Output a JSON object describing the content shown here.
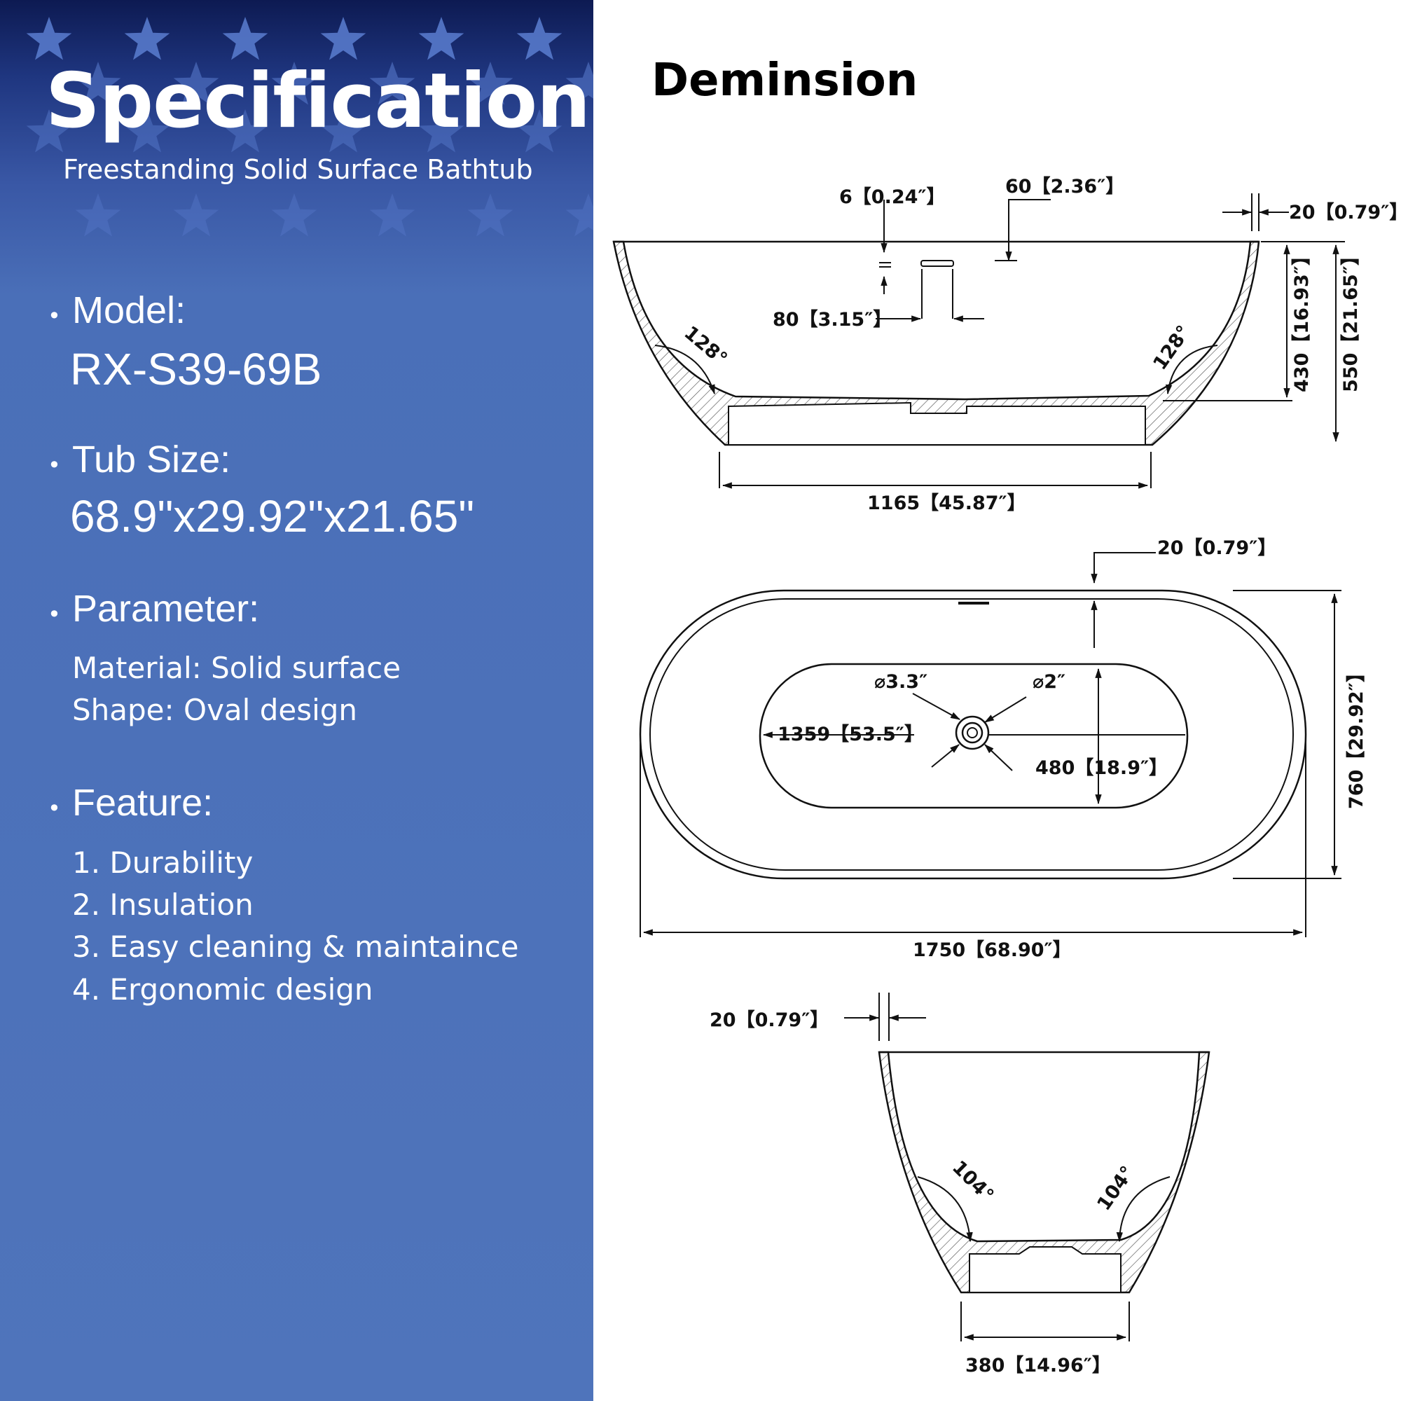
{
  "header": {
    "title": "Specification",
    "subtitle": "Freestanding Solid Surface Bathtub"
  },
  "bullet_glyph": "•",
  "model": {
    "label": "Model:",
    "value": "RX-S39-69B"
  },
  "tub_size": {
    "label": "Tub Size:",
    "value": "68.9\"x29.92\"x21.65\""
  },
  "parameter": {
    "label": "Parameter:",
    "lines": [
      "Material: Solid surface",
      "Shape: Oval design"
    ]
  },
  "feature": {
    "label": "Feature:",
    "items": [
      "1. Durability",
      "2. Insulation",
      "3. Easy cleaning & maintaince",
      "4. Ergonomic design"
    ]
  },
  "drawing": {
    "heading": "Deminsion",
    "side_view": {
      "rim_thickness": "6【0.24″】",
      "overflow_width": "60【2.36″】",
      "wall_thickness": "20【0.79″】",
      "overflow_spacing": "80【3.15″】",
      "inner_depth": "430【16.93″】",
      "total_height": "550【21.65″】",
      "angle_left": "128°",
      "angle_right": "128°",
      "base_length": "1165【45.87″】"
    },
    "top_view": {
      "rim_width": "20【0.79″】",
      "overflow_diameter": "⌀3.3″",
      "drain_diameter": "⌀2″",
      "inner_length": "1359【53.5″】",
      "inner_width": "480【18.9″】",
      "total_width": "760【29.92″】",
      "total_length": "1750【68.90″】"
    },
    "end_view": {
      "wall_thickness": "20【0.79″】",
      "angle_left": "104°",
      "angle_right": "104°",
      "base_width": "380【14.96″】"
    }
  },
  "colors": {
    "panel_top": "#0d1a52",
    "panel_main": "#4f74bb",
    "star": "#5b7ed0",
    "text": "#ffffff"
  }
}
